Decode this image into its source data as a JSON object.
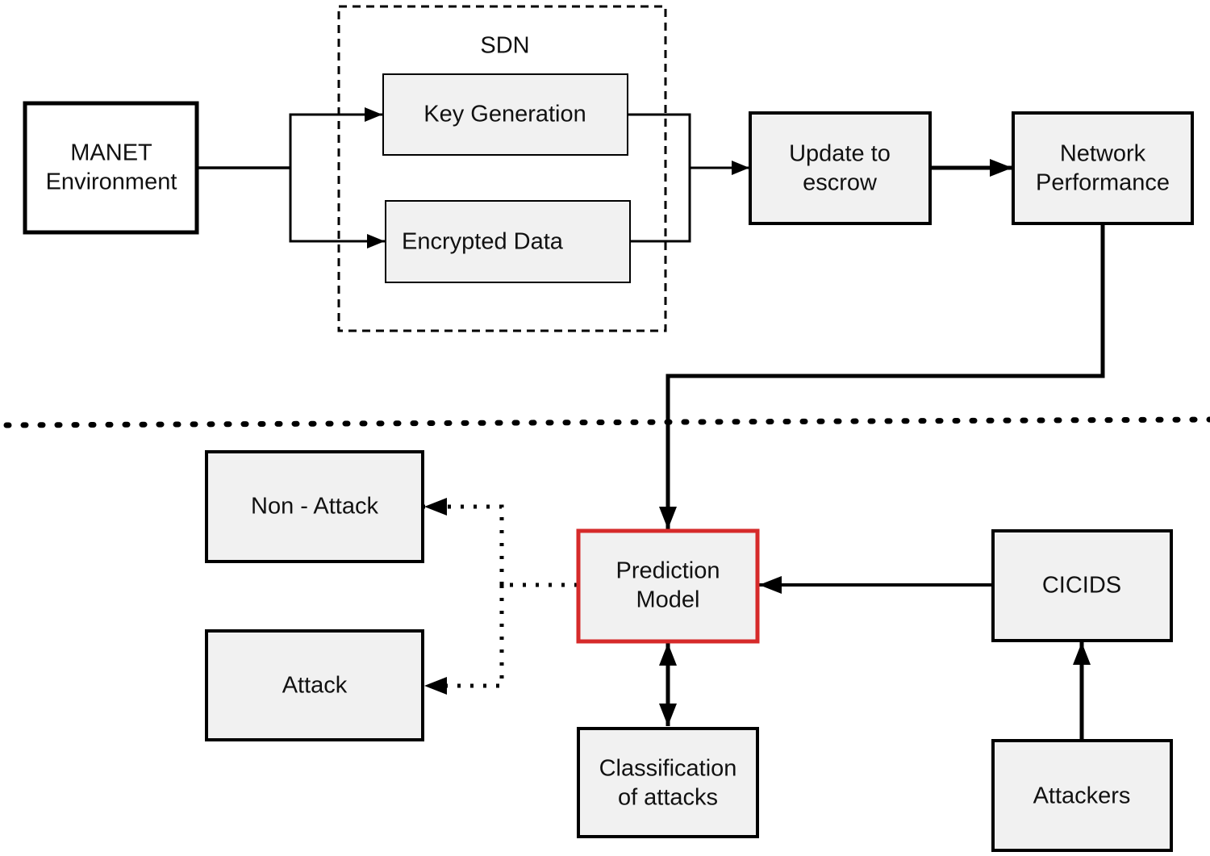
{
  "diagram": {
    "sdn_group": {
      "label": "SDN"
    },
    "nodes": {
      "manet": {
        "line1": "MANET",
        "line2": "Environment"
      },
      "keygen": {
        "line1": "Key Generation"
      },
      "encrypted": {
        "line1": "Encrypted Data"
      },
      "update": {
        "line1": "Update to",
        "line2": "escrow"
      },
      "network": {
        "line1": "Network",
        "line2": "Performance"
      },
      "nonattack": {
        "line1": "Non - Attack"
      },
      "attack": {
        "line1": "Attack"
      },
      "prediction": {
        "line1": "Prediction",
        "line2": "Model"
      },
      "cicids": {
        "line1": "CICIDS"
      },
      "classification": {
        "line1": "Classification",
        "line2": "of attacks"
      },
      "attackers": {
        "line1": "Attackers"
      }
    },
    "colors": {
      "box_fill": "#f1f1f1",
      "stroke": "#000000",
      "highlight": "#d62a2a"
    }
  }
}
